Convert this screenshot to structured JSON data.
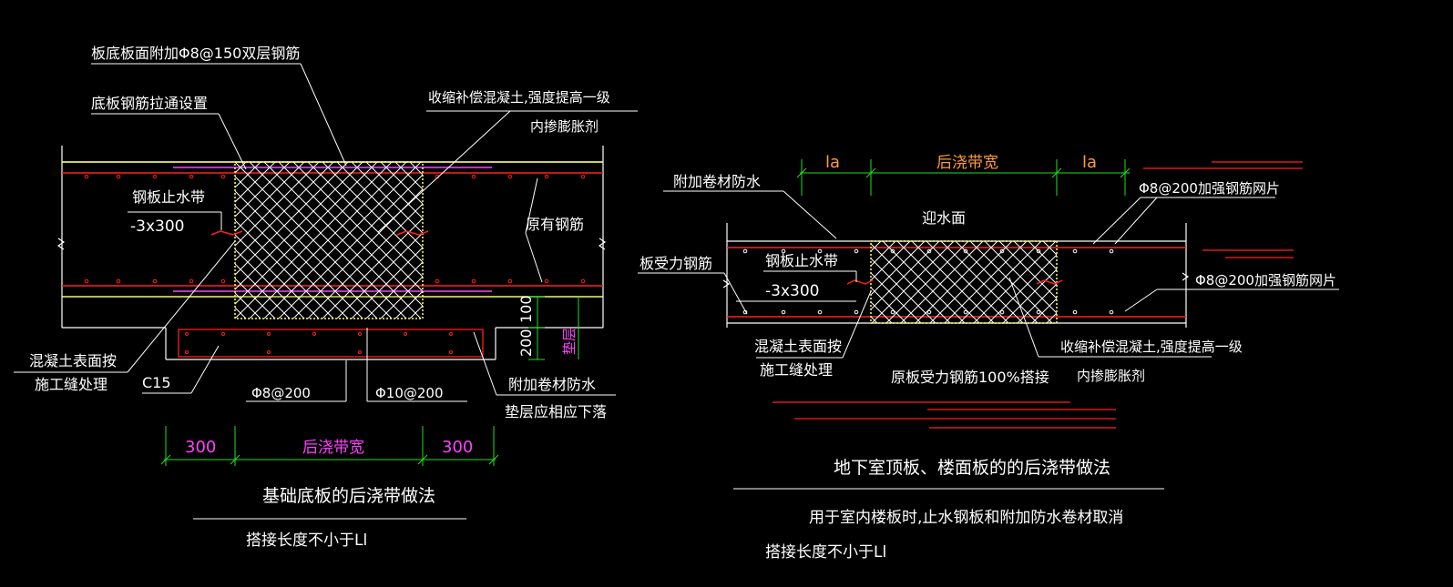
{
  "colors": {
    "background": "#000000",
    "line_white": "#ffffff",
    "concrete_yellow": "#ffff66",
    "rebar_red": "#ff2020",
    "dimension_green": "#20e020",
    "magenta": "#ff40ff",
    "orange": "#ff9a3c"
  },
  "left_detail": {
    "label_top_rebar": "板底板面附加Φ8@150双层钢筋",
    "label_through": "底板钢筋拉通设置",
    "label_shrink": "收缩补偿混凝土,强度提高一级",
    "label_expansion": "内掺膨胀剂",
    "label_waterstop": "钢板止水带",
    "label_waterstop_size": "-3x300",
    "label_original_rebar": "原有钢筋",
    "dim_100": "100",
    "dim_200": "200",
    "label_cushion": "垫层",
    "label_joint_1": "混凝土表面按",
    "label_joint_2": "施工缝处理",
    "label_c15": "C15",
    "label_phi8": "Φ8@200",
    "label_phi10": "Φ10@200",
    "label_membrane": "附加卷材防水",
    "label_cushion_drop": "垫层应相应下落",
    "dim_300_left": "300",
    "dim_width": "后浇带宽",
    "dim_300_right": "300",
    "title": "基础底板的后浇带做法",
    "note": "搭接长度不小于Ll"
  },
  "right_detail": {
    "dim_la_left": "la",
    "dim_width": "后浇带宽",
    "dim_la_right": "la",
    "label_membrane": "附加卷材防水",
    "label_mesh_top": "Φ8@200加强钢筋网片",
    "label_water_face": "迎水面",
    "label_slab_rebar": "板受力钢筋",
    "label_waterstop": "钢板止水带",
    "label_waterstop_size": "-3x300",
    "label_mesh_bottom": "Φ8@200加强钢筋网片",
    "label_joint_1": "混凝土表面按",
    "label_joint_2": "施工缝处理",
    "label_shrink": "收缩补偿混凝土,强度提高一级",
    "label_expansion": "内掺膨胀剂",
    "label_lap": "原板受力钢筋100%搭接",
    "title": "地下室顶板、楼面板的的后浇带做法",
    "note": "用于室内楼板时,止水钢板和附加防水卷材取消",
    "note2": "搭接长度不小于Ll"
  }
}
